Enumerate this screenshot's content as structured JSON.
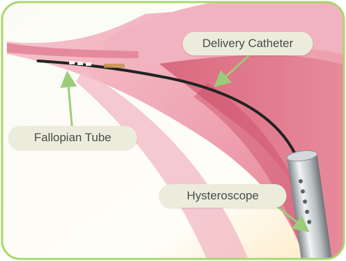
{
  "labels": {
    "catheter": "Delivery Catheter",
    "fallopian": "Fallopian Tube",
    "hysteroscope": "Hysteroscope"
  },
  "colors": {
    "frame_border": "#a8d86a",
    "tissue_light": "#f4c6cc",
    "tissue_mid": "#e98a9b",
    "tissue_dark": "#d5566f",
    "catheter": "#1f2422",
    "arrow": "#9ccc7a",
    "label_bg": "#ececdc"
  }
}
